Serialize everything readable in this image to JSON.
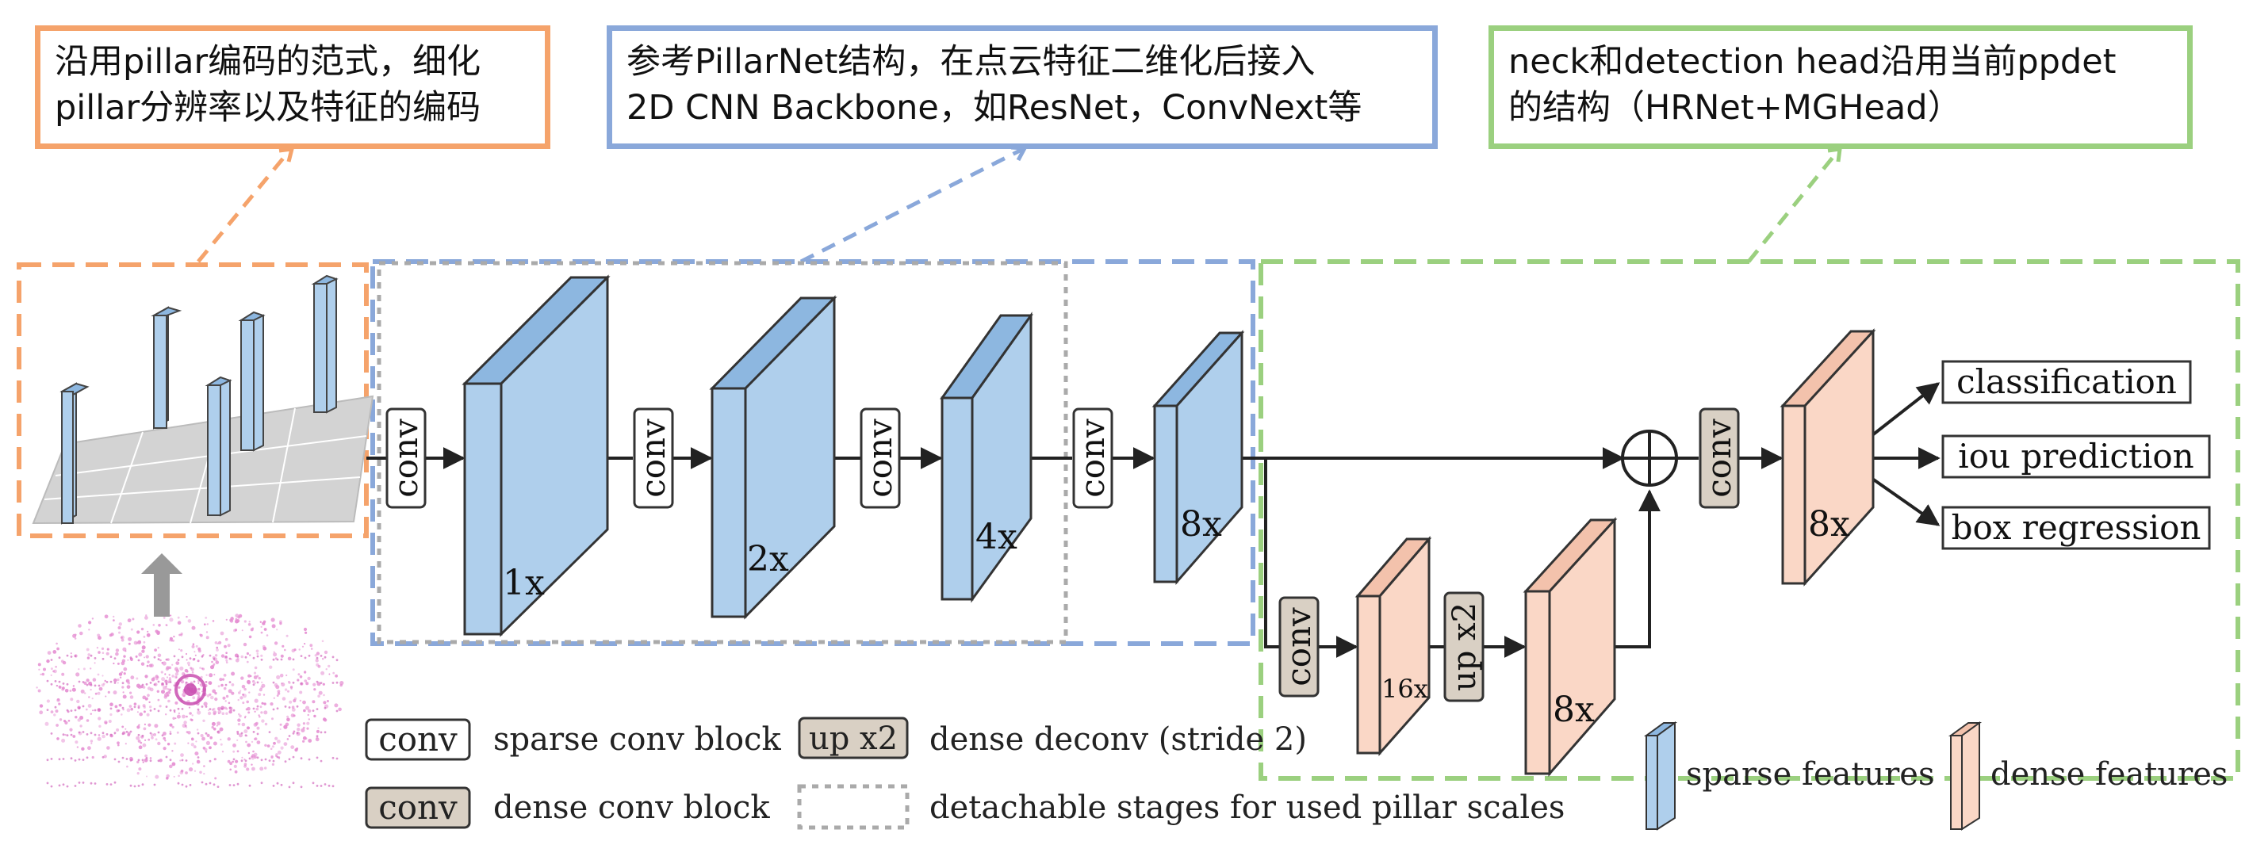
{
  "annotations": {
    "pillar": {
      "lines": [
        "沿用pillar编码的范式，细化",
        "pillar分辨率以及特征的编码"
      ],
      "color": "#F5A36B"
    },
    "backbone": {
      "lines": [
        "参考PillarNet结构，在点云特征二维化后接入",
        "2D CNN Backbone，如ResNet，ConvNext等"
      ],
      "color": "#8AA8DA"
    },
    "head": {
      "lines": [
        "neck和detection head沿用当前ppdet",
        "的结构（HRNet+MGHead）"
      ],
      "color": "#9BD07F"
    }
  },
  "blocks": {
    "conv_label": "conv",
    "upsample_label": "up x2",
    "sparse_scales": [
      "1x",
      "2x",
      "4x",
      "8x"
    ],
    "dense_scales": [
      "16x",
      "8x",
      "8x"
    ]
  },
  "outputs": [
    "classification",
    "iou prediction",
    "box regression"
  ],
  "legend": {
    "sparse_conv": "sparse conv block",
    "dense_conv": "dense conv block",
    "upsample": "dense deconv (stride 2)",
    "detachable": "detachable stages for used pillar scales",
    "sparse_features": "sparse features",
    "dense_features": "dense features"
  },
  "colors": {
    "orange": "#F5A36B",
    "blue": "#8AA8DA",
    "green": "#9BD07F",
    "sparse_fill": "#AFCFEC",
    "dense_fill": "#FAD7C6",
    "dense_conv_fill": "#D9D0C4",
    "gray_dash": "#AAAAAA"
  },
  "icons": [
    "point-cloud-icon",
    "pillar-grid-icon",
    "up-arrow-icon",
    "sum-icon"
  ]
}
